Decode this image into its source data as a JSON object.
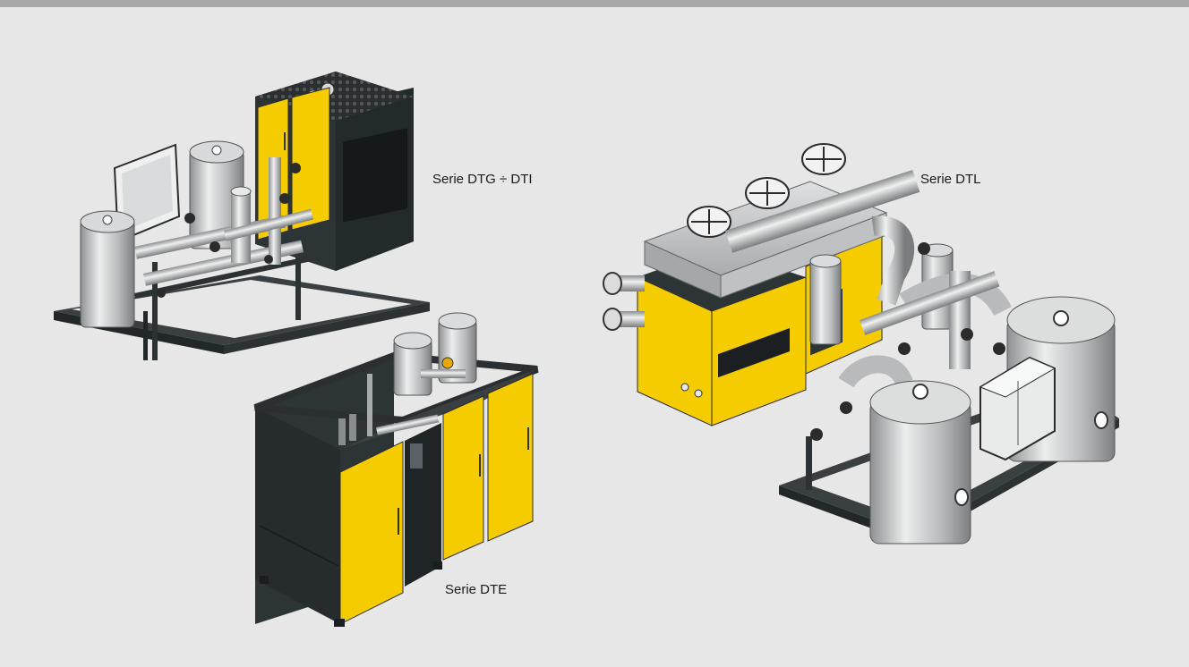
{
  "labels": {
    "dtg": "Serie DTG ÷ DTI",
    "dtl": "Serie DTL",
    "dte": "Serie DTE"
  },
  "colors": {
    "background": "#e6e7e6",
    "top_bar": "#a7a8a9",
    "panel_yellow": "#f5cc00",
    "cabinet_dark": "#2d3436",
    "steel": "#c4c6c8"
  }
}
